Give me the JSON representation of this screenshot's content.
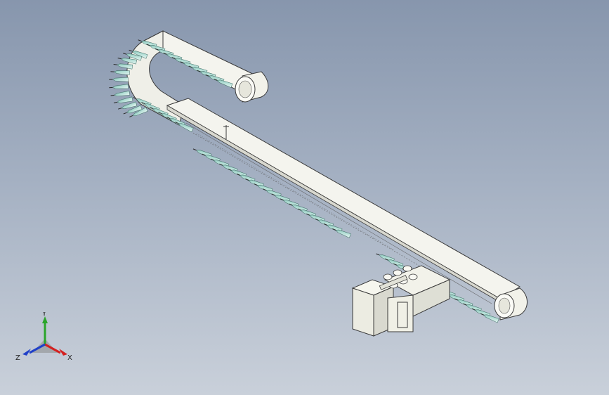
{
  "viewport": {
    "background_top": "#8796ad",
    "background_bottom": "#c9d0da"
  },
  "model": {
    "conveyor_color": "#f4f4ee",
    "edge_color": "#3a3a3a",
    "bottle_color": "#b9e3dc",
    "mesh_color": "#5a5a5a",
    "unit_color": "#efefe6"
  },
  "triad": {
    "labels": {
      "y": "Y",
      "x": "X",
      "z": "Z"
    },
    "colors": {
      "y": "#2aa52a",
      "x": "#d42020",
      "z": "#2040c8"
    }
  }
}
